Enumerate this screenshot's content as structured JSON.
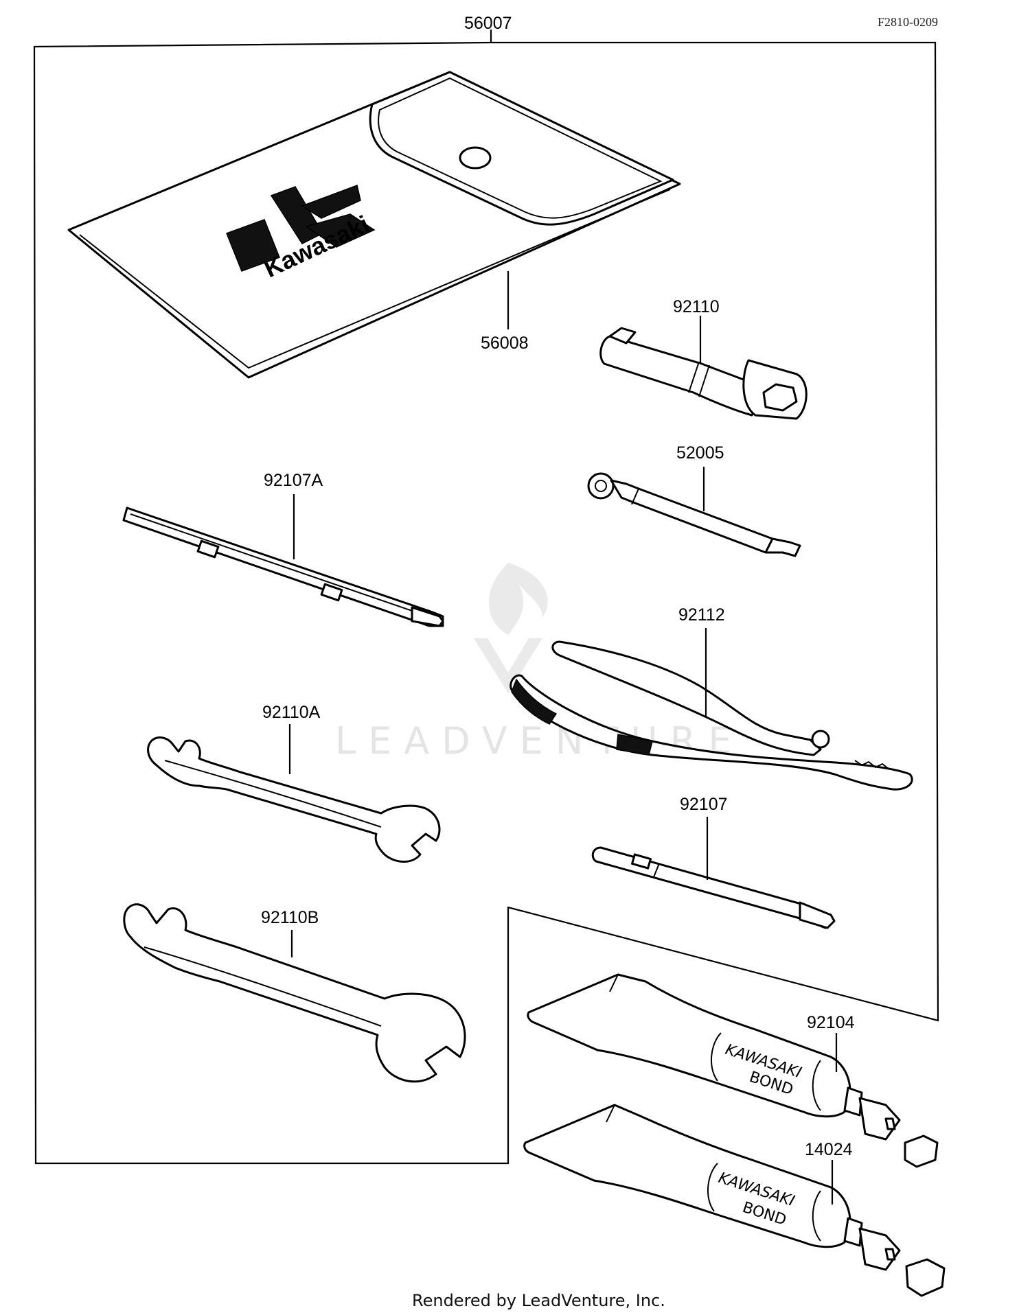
{
  "diagram": {
    "ref_code": "F2810-0209",
    "watermark": "LEADVENTURE",
    "footer": "Rendered by LeadVenture, Inc.",
    "pouch_brand": "Kawasaki",
    "tube_label_line1": "KAWASAKI",
    "tube_label_line2": "BOND",
    "callouts": {
      "kit": "56007",
      "pouch": "56008",
      "plug_wrench": "92110",
      "handle": "52005",
      "screwdriver_a": "92107A",
      "pliers": "92112",
      "wrench_a": "92110A",
      "screwdriver": "92107",
      "wrench_b": "92110B",
      "bond_1": "92104",
      "bond_2": "14024"
    }
  }
}
